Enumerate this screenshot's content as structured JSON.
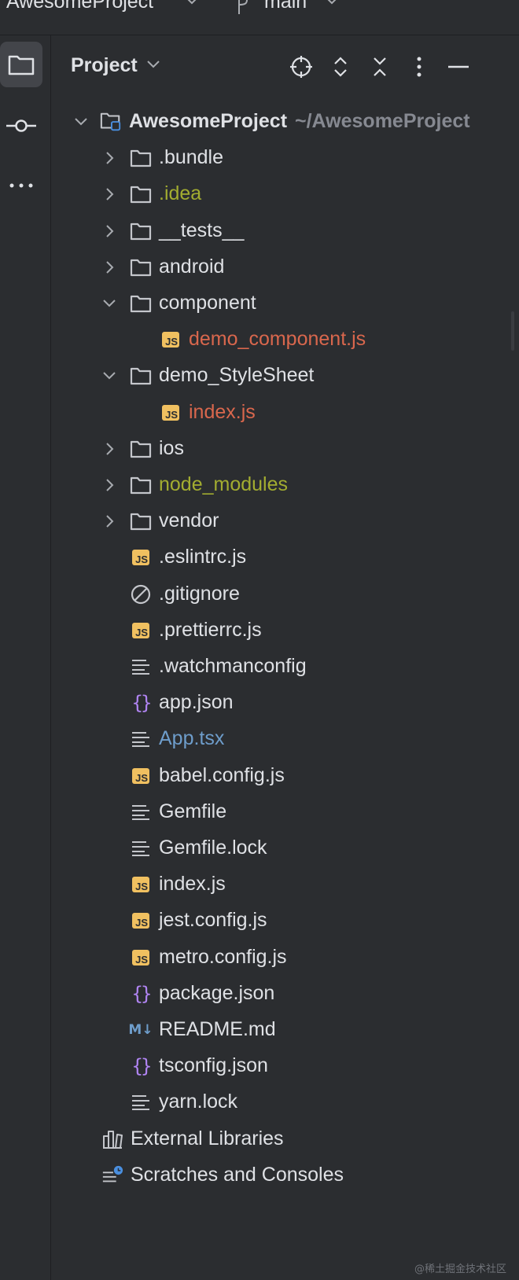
{
  "window": {
    "project_name": "AwesomeProject",
    "branch": "main"
  },
  "panel": {
    "title": "Project"
  },
  "tree": [
    {
      "label": "AwesomeProject",
      "hint": "~/AwesomeProject",
      "kind": "project-root",
      "expanded": true,
      "color": "default",
      "depth": 0
    },
    {
      "label": ".bundle",
      "kind": "folder",
      "expanded": false,
      "color": "default",
      "depth": 1
    },
    {
      "label": ".idea",
      "kind": "folder",
      "expanded": false,
      "color": "ignored",
      "depth": 1
    },
    {
      "label": "__tests__",
      "kind": "folder",
      "expanded": false,
      "color": "default",
      "depth": 1
    },
    {
      "label": "android",
      "kind": "folder",
      "expanded": false,
      "color": "default",
      "depth": 1
    },
    {
      "label": "component",
      "kind": "folder",
      "expanded": true,
      "color": "default",
      "depth": 1
    },
    {
      "label": "demo_component.js",
      "kind": "js",
      "color": "modified",
      "depth": 2
    },
    {
      "label": "demo_StyleSheet",
      "kind": "folder",
      "expanded": true,
      "color": "default",
      "depth": 1
    },
    {
      "label": "index.js",
      "kind": "js",
      "color": "modified",
      "depth": 2
    },
    {
      "label": "ios",
      "kind": "folder",
      "expanded": false,
      "color": "default",
      "depth": 1
    },
    {
      "label": "node_modules",
      "kind": "folder",
      "expanded": false,
      "color": "ignored",
      "depth": 1
    },
    {
      "label": "vendor",
      "kind": "folder",
      "expanded": false,
      "color": "default",
      "depth": 1
    },
    {
      "label": ".eslintrc.js",
      "kind": "js",
      "color": "default",
      "depth": 1
    },
    {
      "label": ".gitignore",
      "kind": "ignore",
      "color": "default",
      "depth": 1
    },
    {
      "label": ".prettierrc.js",
      "kind": "js",
      "color": "default",
      "depth": 1
    },
    {
      "label": ".watchmanconfig",
      "kind": "text",
      "color": "default",
      "depth": 1
    },
    {
      "label": "app.json",
      "kind": "json",
      "color": "default",
      "depth": 1
    },
    {
      "label": "App.tsx",
      "kind": "text",
      "color": "blue",
      "depth": 1
    },
    {
      "label": "babel.config.js",
      "kind": "js",
      "color": "default",
      "depth": 1
    },
    {
      "label": "Gemfile",
      "kind": "text",
      "color": "default",
      "depth": 1
    },
    {
      "label": "Gemfile.lock",
      "kind": "text",
      "color": "default",
      "depth": 1
    },
    {
      "label": "index.js",
      "kind": "js",
      "color": "default",
      "depth": 1
    },
    {
      "label": "jest.config.js",
      "kind": "js",
      "color": "default",
      "depth": 1
    },
    {
      "label": "metro.config.js",
      "kind": "js",
      "color": "default",
      "depth": 1
    },
    {
      "label": "package.json",
      "kind": "json",
      "color": "default",
      "depth": 1
    },
    {
      "label": "README.md",
      "kind": "markdown",
      "color": "default",
      "depth": 1
    },
    {
      "label": "tsconfig.json",
      "kind": "json",
      "color": "default",
      "depth": 1
    },
    {
      "label": "yarn.lock",
      "kind": "text",
      "color": "default",
      "depth": 1
    },
    {
      "label": "External Libraries",
      "kind": "libraries",
      "color": "default",
      "depth": 0
    },
    {
      "label": "Scratches and Consoles",
      "kind": "scratches",
      "color": "default",
      "depth": 0
    }
  ],
  "icons": {
    "js_badge": "JS",
    "markdown_badge": "M↓",
    "json_glyph": "{}"
  },
  "watermark": "@稀土掘金技术社区",
  "colors": {
    "background": "#2b2d30",
    "text": "#dfe1e5",
    "ignored": "#a3ad30",
    "modified": "#d9674d",
    "blue": "#6e9dcb",
    "js_badge": "#f0c060",
    "json": "#b084f2"
  }
}
